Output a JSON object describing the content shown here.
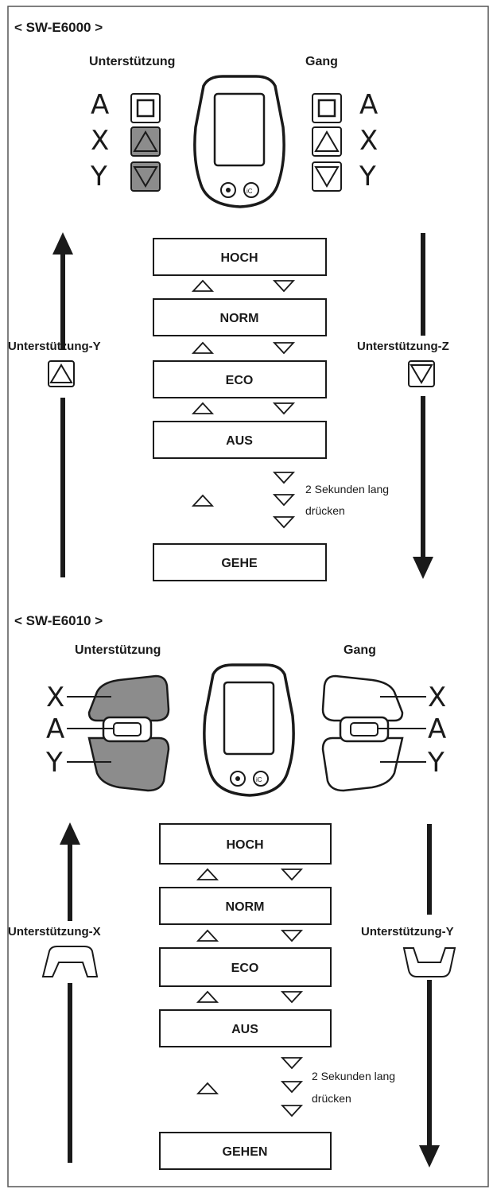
{
  "colors": {
    "ink": "#1a1a1a",
    "label": "#2a1608",
    "gray_fill": "#8c8c8c",
    "box_fill": "#ffffff",
    "border": "#333333"
  },
  "sw_e6000": {
    "title": "< SW-E6000 >",
    "label_assist": "Unterstützung",
    "label_gear": "Gang",
    "letters_left": [
      "A",
      "X",
      "Y"
    ],
    "letters_right": [
      "A",
      "X",
      "Y"
    ],
    "side_label_left": "Unterstützung-Y",
    "side_label_right": "Unterstützung-Z",
    "modes": [
      "HOCH",
      "NORM",
      "ECO",
      "AUS",
      "GEHE"
    ],
    "hold_line1": "2 Sekunden lang",
    "hold_line2": "drücken"
  },
  "sw_e6010": {
    "title": "< SW-E6010 >",
    "label_assist": "Unterstützung",
    "label_gear": "Gang",
    "letters_left": [
      "X",
      "A",
      "Y"
    ],
    "letters_right": [
      "X",
      "A",
      "Y"
    ],
    "side_label_left": "Unterstützung-X",
    "side_label_right": "Unterstützung-Y",
    "modes": [
      "HOCH",
      "NORM",
      "ECO",
      "AUS",
      "GEHEN"
    ],
    "hold_line1": "2 Sekunden lang",
    "hold_line2": "drücken"
  },
  "icons": [
    "up-triangle-icon",
    "down-triangle-icon",
    "display-unit-icon",
    "switch-lever-icon",
    "arrow-up-icon",
    "arrow-down-icon"
  ]
}
